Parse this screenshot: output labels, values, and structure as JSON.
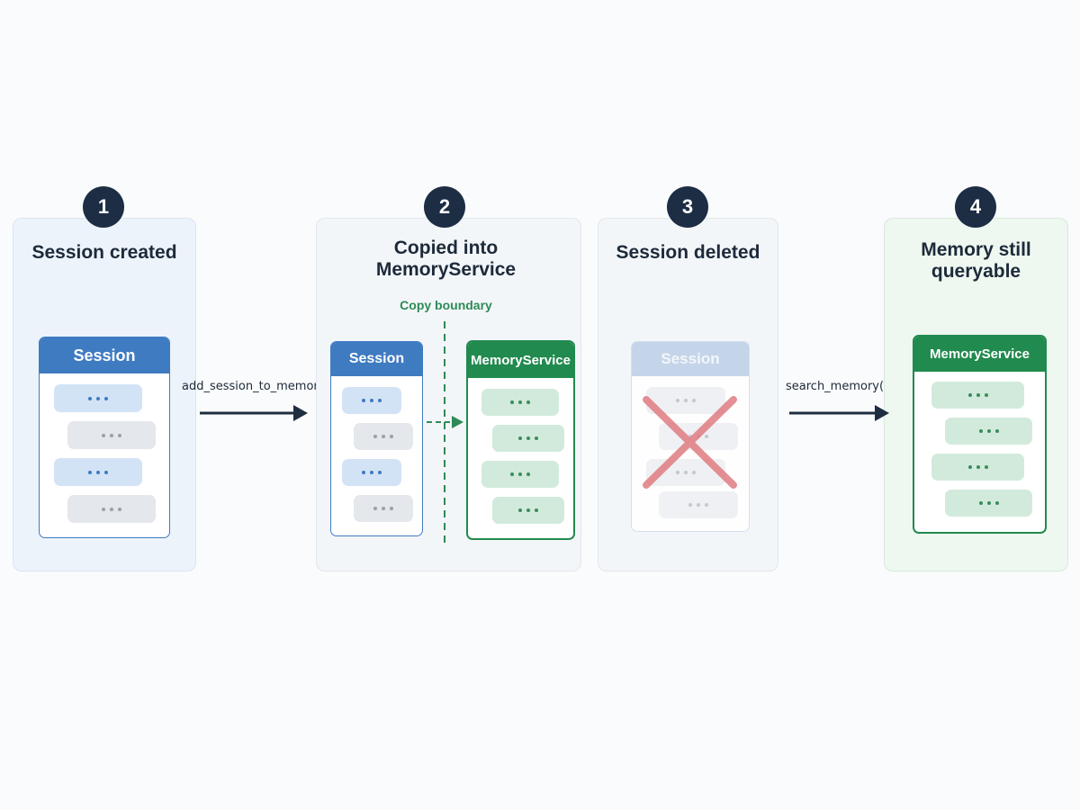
{
  "steps": [
    {
      "number": "1",
      "title": "Session created"
    },
    {
      "number": "2",
      "title": "Copied into\nMemoryService"
    },
    {
      "number": "3",
      "title": "Session deleted"
    },
    {
      "number": "4",
      "title": "Memory still\nqueryable"
    }
  ],
  "cards": {
    "session": "Session",
    "memory_service": "MemoryService"
  },
  "arrows": {
    "add": "add_session_to_memory()",
    "search": "search_memory()"
  },
  "copy_boundary": "Copy boundary",
  "colors": {
    "session_blue": "#3f7bc1",
    "memory_green": "#218a4f",
    "deleted_x": "#e07c82",
    "step_badge": "#1c2d44"
  }
}
